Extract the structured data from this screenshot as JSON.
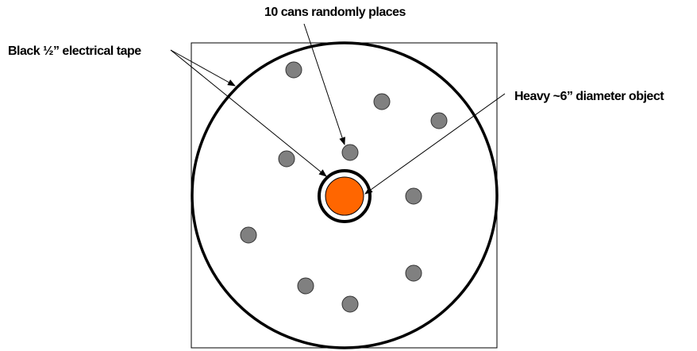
{
  "labels": {
    "cans": "10 cans randomly places",
    "tape": "Black ½” electrical tape",
    "object": "Heavy ~6” diameter object"
  },
  "colors": {
    "can_fill": "#808080",
    "object_fill": "#FF6600",
    "line": "#000000"
  },
  "can_count": 10
}
